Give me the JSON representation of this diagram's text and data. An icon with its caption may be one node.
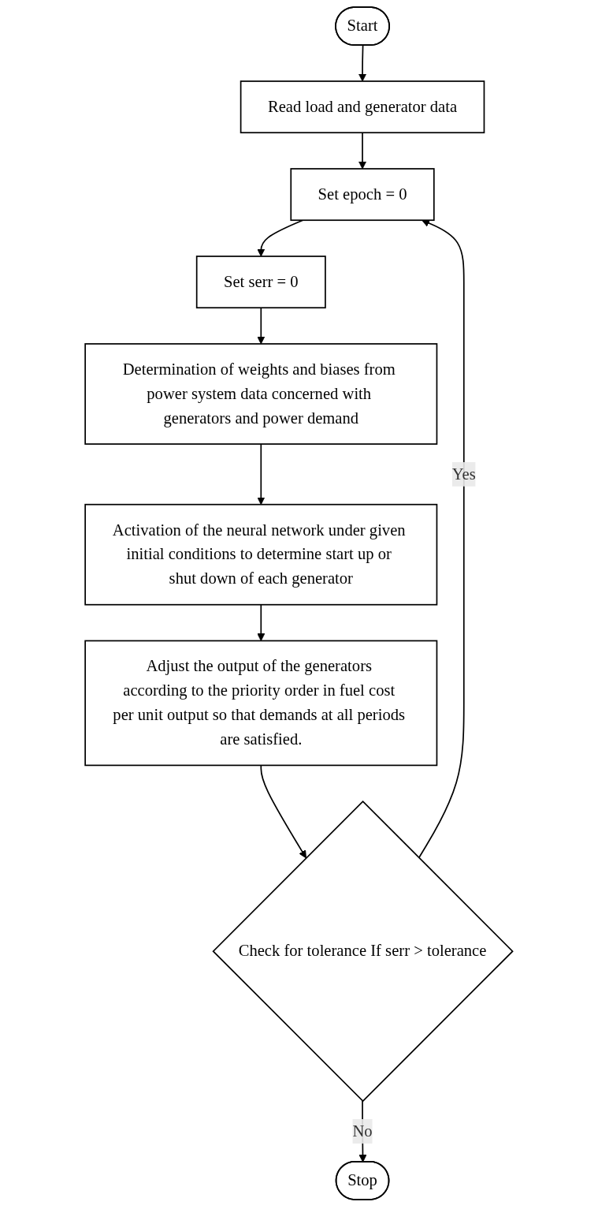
{
  "diagram": {
    "nodes": [
      {
        "text": [
          "Start"
        ]
      },
      {
        "text": [
          "Read load and generator data"
        ]
      },
      {
        "text": [
          "Set epoch = 0"
        ]
      },
      {
        "text": [
          "Set serr = 0"
        ]
      },
      {
        "text": [
          "Determination of weights and biases from power system data concerned with generators and power demand"
        ]
      },
      {
        "text": [
          "Activation of the neural network under given initial conditions to determine start up or shut down of each generator"
        ]
      },
      {
        "text": [
          "Adjust the output of the generators according to the priority order in fuel cost per unit output so that demands at all periods are satisfied."
        ]
      },
      {
        "text": [
          "Check for tolerance If serr > tolerance"
        ]
      },
      {
        "text": [
          "Stop"
        ]
      }
    ],
    "edges": [
      {
        "from": 0,
        "to": 1,
        "arrow": "to"
      },
      {
        "from": 1,
        "to": 2,
        "arrow": "to"
      },
      {
        "from": 2,
        "to": 3,
        "arrow": "to"
      },
      {
        "from": 3,
        "to": 4,
        "arrow": "to"
      },
      {
        "from": 4,
        "to": 5,
        "arrow": "to"
      },
      {
        "from": 5,
        "to": 6,
        "arrow": "to"
      },
      {
        "from": 6,
        "to": 7,
        "arrow": "to"
      },
      {
        "from": 7,
        "to": 2,
        "arrow": "to",
        "label": "Yes"
      },
      {
        "from": 7,
        "to": 8,
        "arrow": "to",
        "label": "No"
      }
    ]
  }
}
